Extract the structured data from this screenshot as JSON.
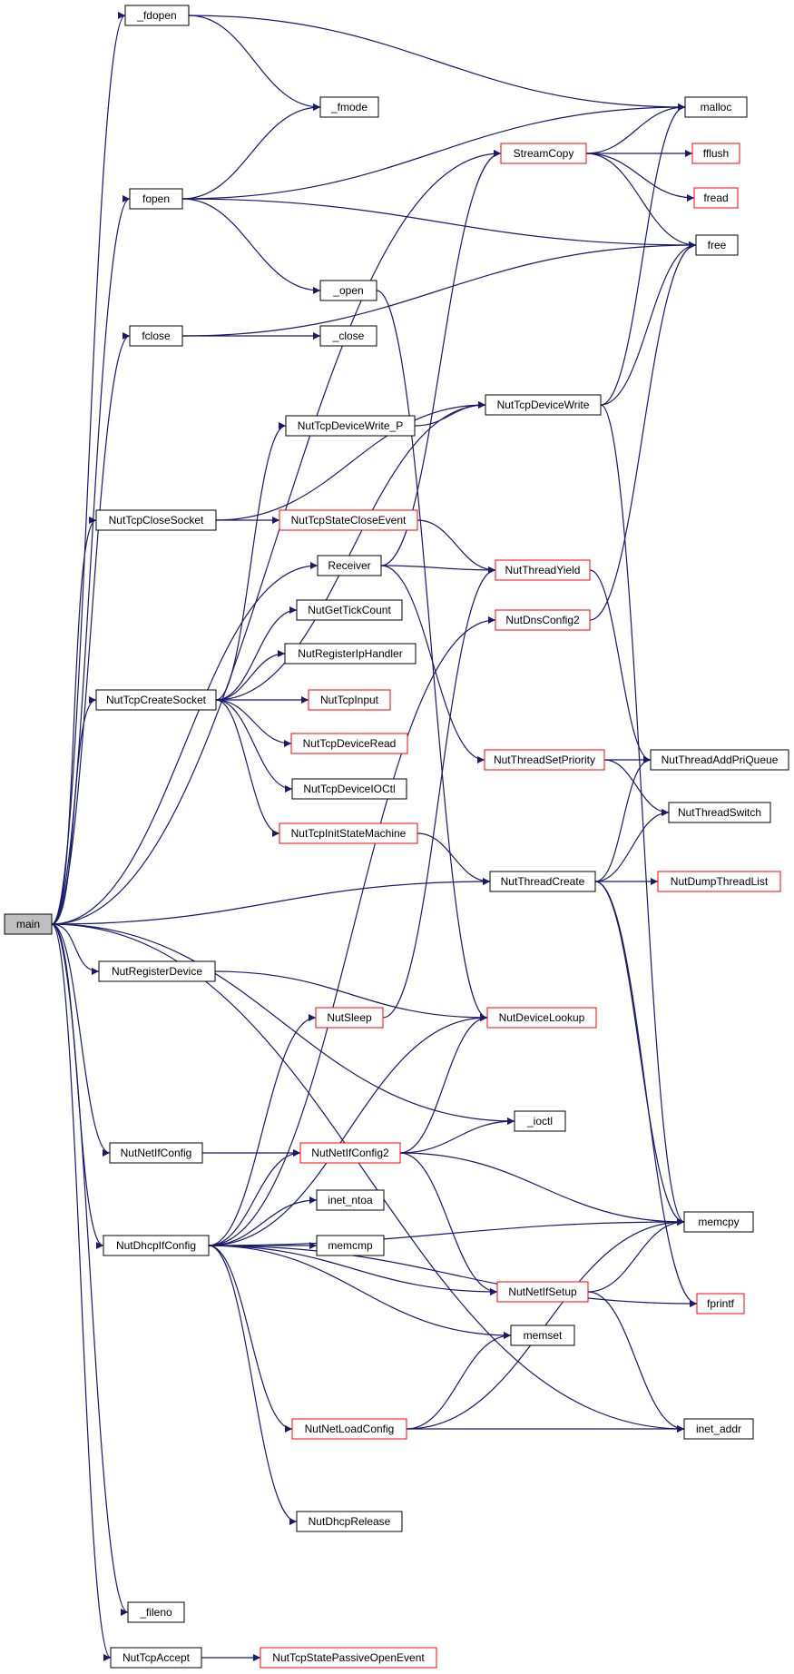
{
  "colors": {
    "edge": "#191970",
    "normal_border": "#000000",
    "truncated_border": "#ff0000",
    "root_fill": "#bfbfbf",
    "node_fill": "#ffffff",
    "text": "#000000"
  },
  "nodes": [
    {
      "id": "main",
      "label": "main",
      "style": "root"
    },
    {
      "id": "fdopen",
      "label": "_fdopen",
      "style": "normal"
    },
    {
      "id": "fmode",
      "label": "_fmode",
      "style": "normal"
    },
    {
      "id": "malloc",
      "label": "malloc",
      "style": "normal"
    },
    {
      "id": "StreamCopy",
      "label": "StreamCopy",
      "style": "truncated"
    },
    {
      "id": "fflush",
      "label": "fflush",
      "style": "truncated"
    },
    {
      "id": "fread",
      "label": "fread",
      "style": "truncated"
    },
    {
      "id": "free",
      "label": "free",
      "style": "normal"
    },
    {
      "id": "fopen",
      "label": "fopen",
      "style": "normal"
    },
    {
      "id": "open",
      "label": "_open",
      "style": "normal"
    },
    {
      "id": "fclose",
      "label": "fclose",
      "style": "normal"
    },
    {
      "id": "close",
      "label": "_close",
      "style": "normal"
    },
    {
      "id": "NutTcpDeviceWrite",
      "label": "NutTcpDeviceWrite",
      "style": "normal"
    },
    {
      "id": "NutTcpDeviceWrite_P",
      "label": "NutTcpDeviceWrite_P",
      "style": "normal"
    },
    {
      "id": "NutTcpCloseSocket",
      "label": "NutTcpCloseSocket",
      "style": "normal"
    },
    {
      "id": "NutTcpStateCloseEvent",
      "label": "NutTcpStateCloseEvent",
      "style": "truncated"
    },
    {
      "id": "Receiver",
      "label": "Receiver",
      "style": "normal"
    },
    {
      "id": "NutThreadYield",
      "label": "NutThreadYield",
      "style": "truncated"
    },
    {
      "id": "NutDnsConfig2",
      "label": "NutDnsConfig2",
      "style": "truncated"
    },
    {
      "id": "NutGetTickCount",
      "label": "NutGetTickCount",
      "style": "normal"
    },
    {
      "id": "NutRegisterIpHandler",
      "label": "NutRegisterIpHandler",
      "style": "normal"
    },
    {
      "id": "NutTcpCreateSocket",
      "label": "NutTcpCreateSocket",
      "style": "normal"
    },
    {
      "id": "NutTcpInput",
      "label": "NutTcpInput",
      "style": "truncated"
    },
    {
      "id": "NutTcpDeviceRead",
      "label": "NutTcpDeviceRead",
      "style": "truncated"
    },
    {
      "id": "NutThreadSetPriority",
      "label": "NutThreadSetPriority",
      "style": "truncated"
    },
    {
      "id": "NutThreadAddPriQueue",
      "label": "NutThreadAddPriQueue",
      "style": "normal"
    },
    {
      "id": "NutTcpDeviceIOCtl",
      "label": "NutTcpDeviceIOCtl",
      "style": "normal"
    },
    {
      "id": "NutThreadSwitch",
      "label": "NutThreadSwitch",
      "style": "normal"
    },
    {
      "id": "NutTcpInitStateMachine",
      "label": "NutTcpInitStateMachine",
      "style": "truncated"
    },
    {
      "id": "NutThreadCreate",
      "label": "NutThreadCreate",
      "style": "normal"
    },
    {
      "id": "NutDumpThreadList",
      "label": "NutDumpThreadList",
      "style": "truncated"
    },
    {
      "id": "NutRegisterDevice",
      "label": "NutRegisterDevice",
      "style": "normal"
    },
    {
      "id": "NutSleep",
      "label": "NutSleep",
      "style": "truncated"
    },
    {
      "id": "NutDeviceLookup",
      "label": "NutDeviceLookup",
      "style": "truncated"
    },
    {
      "id": "ioctl",
      "label": "_ioctl",
      "style": "normal"
    },
    {
      "id": "NutNetIfConfig",
      "label": "NutNetIfConfig",
      "style": "normal"
    },
    {
      "id": "NutNetIfConfig2",
      "label": "NutNetIfConfig2",
      "style": "truncated"
    },
    {
      "id": "inet_ntoa",
      "label": "inet_ntoa",
      "style": "normal"
    },
    {
      "id": "memcpy",
      "label": "memcpy",
      "style": "normal"
    },
    {
      "id": "NutDhcpIfConfig",
      "label": "NutDhcpIfConfig",
      "style": "normal"
    },
    {
      "id": "memcmp",
      "label": "memcmp",
      "style": "normal"
    },
    {
      "id": "NutNetIfSetup",
      "label": "NutNetIfSetup",
      "style": "truncated"
    },
    {
      "id": "fprintf",
      "label": "fprintf",
      "style": "truncated"
    },
    {
      "id": "memset",
      "label": "memset",
      "style": "normal"
    },
    {
      "id": "NutNetLoadConfig",
      "label": "NutNetLoadConfig",
      "style": "truncated"
    },
    {
      "id": "inet_addr",
      "label": "inet_addr",
      "style": "normal"
    },
    {
      "id": "NutDhcpRelease",
      "label": "NutDhcpRelease",
      "style": "normal"
    },
    {
      "id": "fileno",
      "label": "_fileno",
      "style": "normal"
    },
    {
      "id": "NutTcpAccept",
      "label": "NutTcpAccept",
      "style": "normal"
    },
    {
      "id": "NutTcpStatePassiveOpenEvent",
      "label": "NutTcpStatePassiveOpenEvent",
      "style": "truncated"
    }
  ],
  "edges": [
    [
      "main",
      "fdopen"
    ],
    [
      "main",
      "StreamCopy"
    ],
    [
      "main",
      "fopen"
    ],
    [
      "main",
      "fclose"
    ],
    [
      "main",
      "NutTcpCloseSocket"
    ],
    [
      "main",
      "Receiver"
    ],
    [
      "main",
      "NutTcpCreateSocket"
    ],
    [
      "main",
      "NutThreadCreate"
    ],
    [
      "main",
      "NutRegisterDevice"
    ],
    [
      "main",
      "ioctl"
    ],
    [
      "main",
      "NutNetIfConfig"
    ],
    [
      "main",
      "NutDhcpIfConfig"
    ],
    [
      "main",
      "inet_addr"
    ],
    [
      "main",
      "fileno"
    ],
    [
      "main",
      "NutTcpAccept"
    ],
    [
      "fdopen",
      "fmode"
    ],
    [
      "fdopen",
      "malloc"
    ],
    [
      "fopen",
      "fmode"
    ],
    [
      "fopen",
      "malloc"
    ],
    [
      "fopen",
      "free"
    ],
    [
      "fopen",
      "open"
    ],
    [
      "StreamCopy",
      "malloc"
    ],
    [
      "StreamCopy",
      "fflush"
    ],
    [
      "StreamCopy",
      "fread"
    ],
    [
      "StreamCopy",
      "free"
    ],
    [
      "fclose",
      "free"
    ],
    [
      "fclose",
      "close"
    ],
    [
      "open",
      "NutDeviceLookup"
    ],
    [
      "NutTcpCloseSocket",
      "NutTcpDeviceWrite"
    ],
    [
      "NutTcpCloseSocket",
      "NutTcpStateCloseEvent"
    ],
    [
      "NutTcpDeviceWrite_P",
      "NutTcpDeviceWrite"
    ],
    [
      "NutTcpDeviceWrite",
      "malloc"
    ],
    [
      "NutTcpDeviceWrite",
      "free"
    ],
    [
      "NutTcpDeviceWrite",
      "memcpy"
    ],
    [
      "NutTcpStateCloseEvent",
      "NutThreadYield"
    ],
    [
      "Receiver",
      "StreamCopy"
    ],
    [
      "Receiver",
      "NutThreadYield"
    ],
    [
      "Receiver",
      "NutThreadSetPriority"
    ],
    [
      "NutThreadYield",
      "NutThreadAddPriQueue"
    ],
    [
      "NutDnsConfig2",
      "free"
    ],
    [
      "NutTcpCreateSocket",
      "NutTcpDeviceWrite_P"
    ],
    [
      "NutTcpCreateSocket",
      "NutTcpDeviceWrite"
    ],
    [
      "NutTcpCreateSocket",
      "NutGetTickCount"
    ],
    [
      "NutTcpCreateSocket",
      "NutRegisterIpHandler"
    ],
    [
      "NutTcpCreateSocket",
      "NutTcpInput"
    ],
    [
      "NutTcpCreateSocket",
      "NutTcpDeviceRead"
    ],
    [
      "NutTcpCreateSocket",
      "NutTcpDeviceIOCtl"
    ],
    [
      "NutTcpCreateSocket",
      "NutTcpInitStateMachine"
    ],
    [
      "NutThreadSetPriority",
      "NutThreadAddPriQueue"
    ],
    [
      "NutThreadSetPriority",
      "NutThreadSwitch"
    ],
    [
      "NutTcpInitStateMachine",
      "NutThreadCreate"
    ],
    [
      "NutThreadCreate",
      "NutThreadAddPriQueue"
    ],
    [
      "NutThreadCreate",
      "NutThreadSwitch"
    ],
    [
      "NutThreadCreate",
      "NutDumpThreadList"
    ],
    [
      "NutThreadCreate",
      "memcpy"
    ],
    [
      "NutThreadCreate",
      "fprintf"
    ],
    [
      "NutRegisterDevice",
      "NutDeviceLookup"
    ],
    [
      "NutSleep",
      "NutThreadYield"
    ],
    [
      "NutNetIfConfig",
      "NutNetIfConfig2"
    ],
    [
      "NutNetIfConfig2",
      "NutDeviceLookup"
    ],
    [
      "NutNetIfConfig2",
      "ioctl"
    ],
    [
      "NutNetIfConfig2",
      "memcpy"
    ],
    [
      "NutNetIfConfig2",
      "NutNetIfSetup"
    ],
    [
      "NutDhcpIfConfig",
      "NutDnsConfig2"
    ],
    [
      "NutDhcpIfConfig",
      "NutSleep"
    ],
    [
      "NutDhcpIfConfig",
      "NutDeviceLookup"
    ],
    [
      "NutDhcpIfConfig",
      "NutNetIfConfig2"
    ],
    [
      "NutDhcpIfConfig",
      "inet_ntoa"
    ],
    [
      "NutDhcpIfConfig",
      "memcmp"
    ],
    [
      "NutDhcpIfConfig",
      "memcpy"
    ],
    [
      "NutDhcpIfConfig",
      "NutNetIfSetup"
    ],
    [
      "NutDhcpIfConfig",
      "memset"
    ],
    [
      "NutDhcpIfConfig",
      "NutNetLoadConfig"
    ],
    [
      "NutDhcpIfConfig",
      "fprintf"
    ],
    [
      "NutDhcpIfConfig",
      "NutDhcpRelease"
    ],
    [
      "NutNetIfSetup",
      "memcpy"
    ],
    [
      "NutNetIfSetup",
      "inet_addr"
    ],
    [
      "NutNetLoadConfig",
      "memset"
    ],
    [
      "NutNetLoadConfig",
      "memcpy"
    ],
    [
      "NutNetLoadConfig",
      "inet_addr"
    ],
    [
      "NutTcpAccept",
      "NutTcpStatePassiveOpenEvent"
    ]
  ]
}
